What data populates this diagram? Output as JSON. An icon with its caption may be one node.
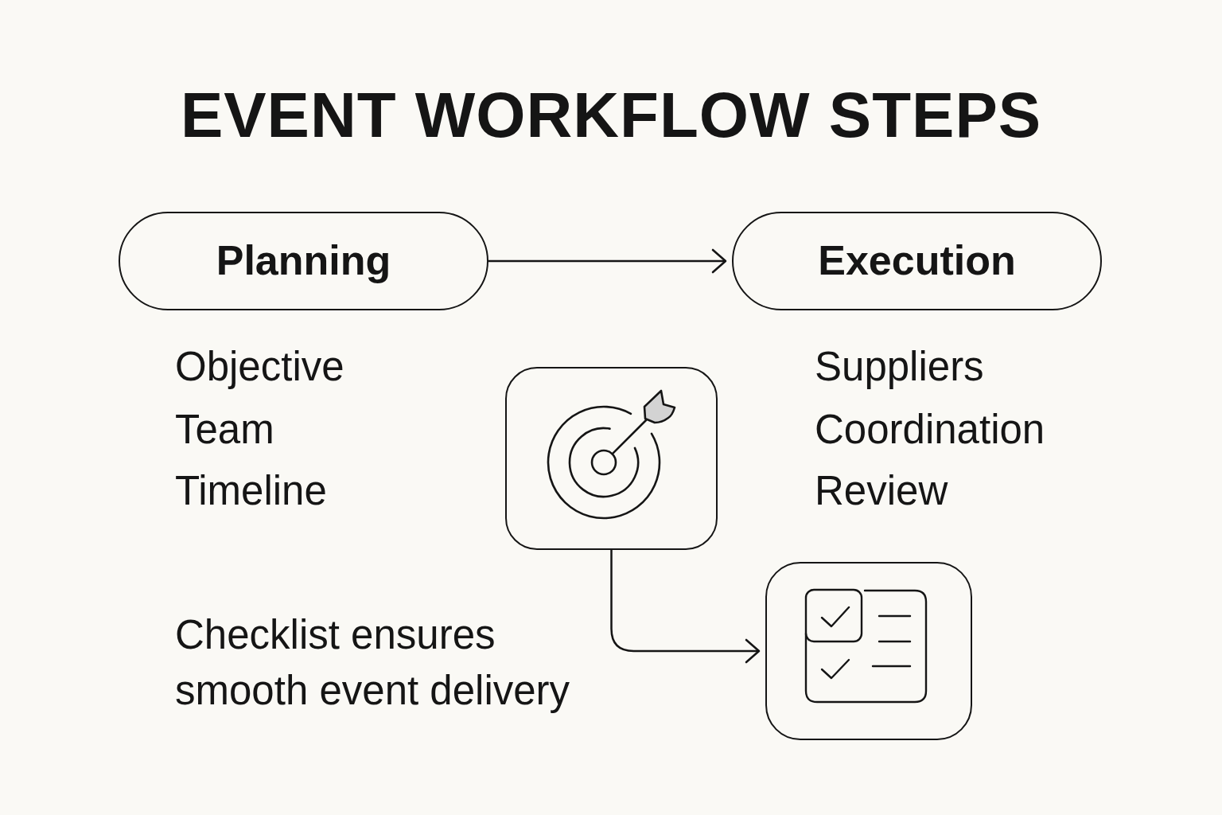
{
  "diagram": {
    "title": "EVENT WORKFLOW STEPS",
    "nodes": [
      {
        "text": [
          "Planning"
        ]
      },
      {
        "text": [
          "Execution"
        ]
      },
      {
        "text": [],
        "shape": "picture"
      },
      {
        "text": [],
        "shape": "picture"
      }
    ],
    "edges": [
      {
        "from": 0,
        "to": 1,
        "arrow": "to"
      },
      {
        "from": 2,
        "to": 3,
        "arrow": "to"
      }
    ],
    "labels": [
      "Objective",
      "Team",
      "Timeline",
      "Suppliers",
      "Coordination",
      "Review",
      "Checklist ensures smooth event delivery"
    ]
  }
}
